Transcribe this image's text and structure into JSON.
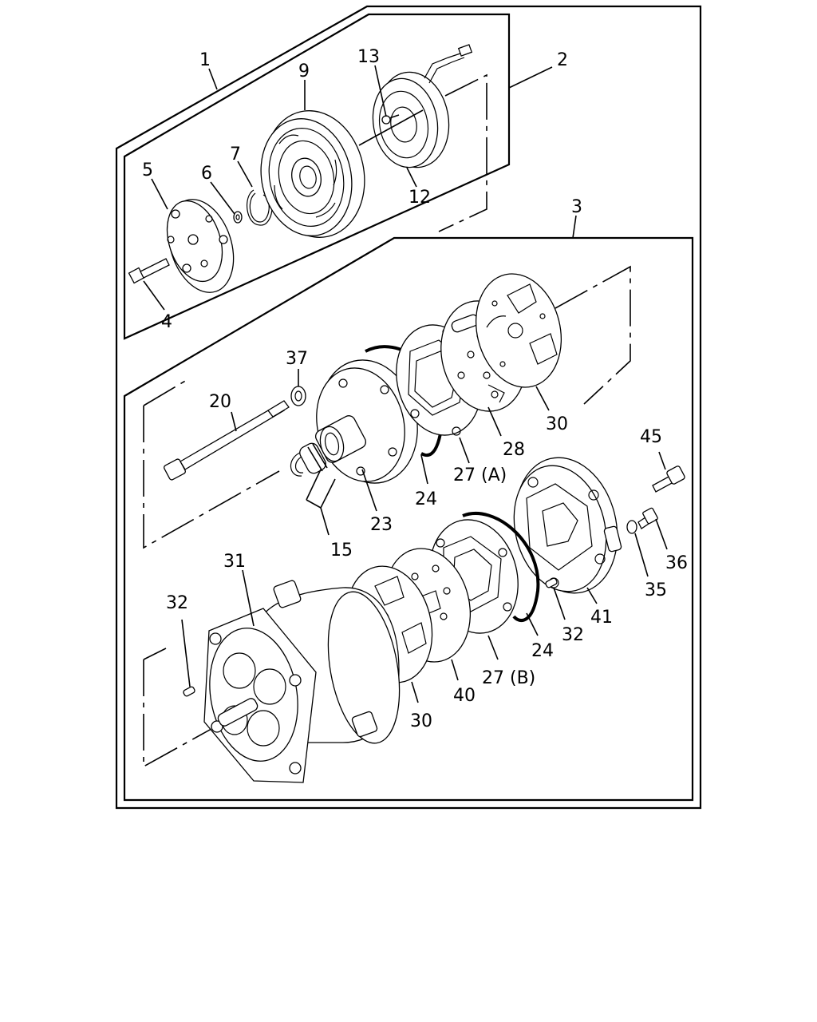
{
  "callouts": {
    "c1": "1",
    "c2": "2",
    "c3": "3",
    "c4": "4",
    "c5": "5",
    "c6": "6",
    "c7": "7",
    "c9": "9",
    "c12": "12",
    "c13": "13",
    "c15": "15",
    "c20": "20",
    "c23": "23",
    "c24a": "24",
    "c24b": "24",
    "c27a": "27 (A)",
    "c27b": "27 (B)",
    "c28": "28",
    "c30a": "30",
    "c30b": "30",
    "c31": "31",
    "c32a": "32",
    "c32b": "32",
    "c35": "35",
    "c36": "36",
    "c37": "37",
    "c40": "40",
    "c41": "41",
    "c45": "45"
  }
}
